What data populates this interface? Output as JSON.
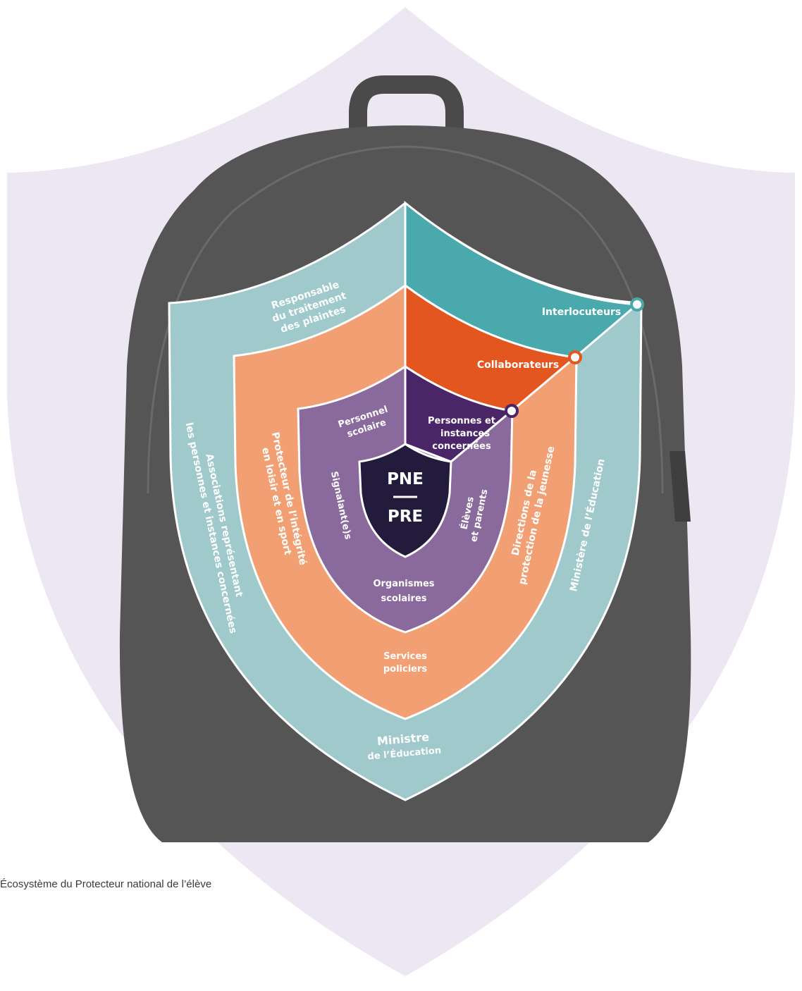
{
  "center": {
    "line1": "PNE",
    "line2": "PRE"
  },
  "zones": {
    "outer": {
      "top": [
        "Responsable",
        "du traitement",
        "des plaintes"
      ],
      "left": [
        "Associations représentant",
        "les personnes et instances concernées"
      ],
      "right": "Ministère de l’Éducation",
      "bottom": [
        "Ministre",
        "de l’Éducation"
      ]
    },
    "middle": {
      "left": [
        "Protecteur de l’intégrité",
        "en loisir et en sport"
      ],
      "right": [
        "Directions de la",
        "protection de la jeunesse"
      ],
      "bottom": [
        "Services",
        "policiers"
      ]
    },
    "inner": {
      "top": [
        "Personnel",
        "scolaire"
      ],
      "left": "Signalant(e)s",
      "right": [
        "Élèves",
        "et parents"
      ],
      "bottom": [
        "Organismes",
        "scolaires"
      ]
    }
  },
  "legend": {
    "interlocuteurs": "Interlocuteurs",
    "collaborateurs": "Collaborateurs",
    "personnes": [
      "Personnes et",
      "instances",
      "concernées"
    ]
  },
  "caption": "Écosystème du Protecteur national de l’élève",
  "colors": {
    "backdrop_shield": "#ede7f3",
    "backpack": "#555555",
    "outer_ring": "#9fc9cb",
    "middle_ring": "#f2a073",
    "inner_ring": "#8a6a9c",
    "core": "#231b3b",
    "interlocuteurs": "#4aa9ad",
    "collaborateurs": "#e4561f",
    "personnes": "#4a2668"
  }
}
